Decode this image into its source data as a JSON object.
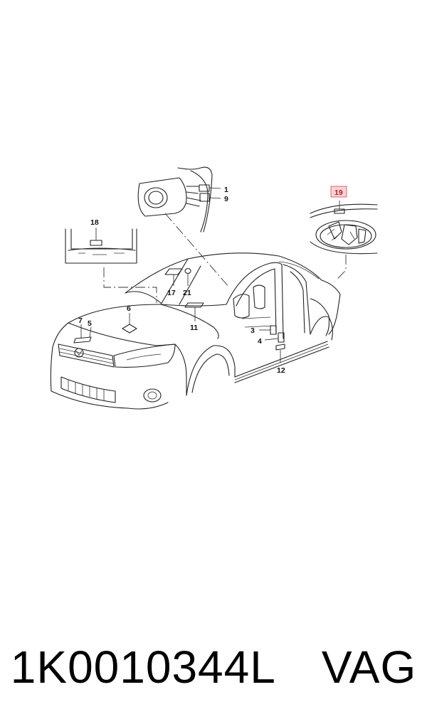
{
  "diagram": {
    "callouts": [
      "1",
      "9",
      "18",
      "19",
      "17",
      "21",
      "6",
      "7",
      "5",
      "11",
      "3",
      "4",
      "12"
    ],
    "highlighted_callout": "19",
    "highlight_color": "#f7d3d6"
  },
  "footer": {
    "part_number": "1K0010344L",
    "brand": "VAG"
  }
}
